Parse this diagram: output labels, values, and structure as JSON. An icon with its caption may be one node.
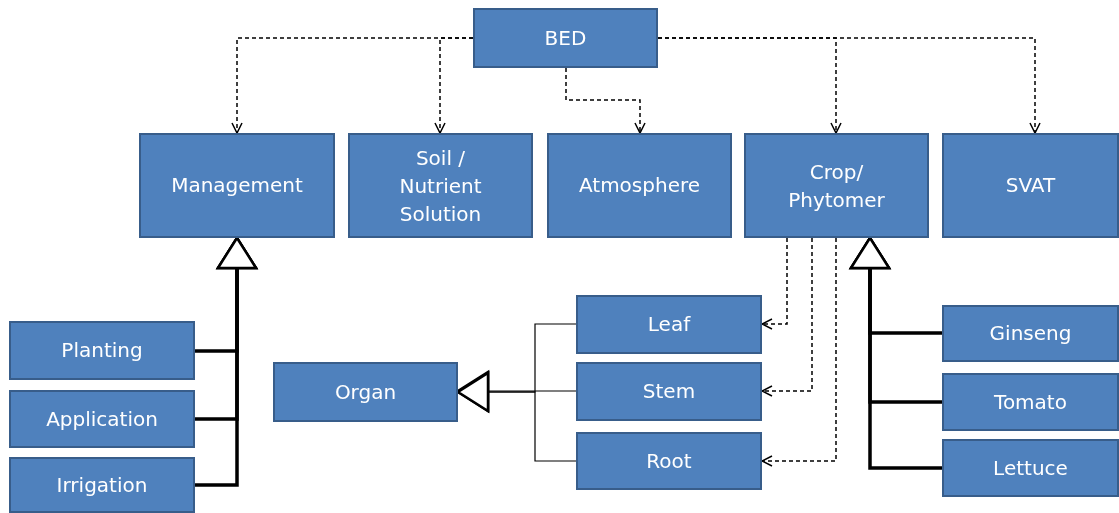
{
  "diagram": {
    "nodes": [
      {
        "text": [
          "BED"
        ]
      },
      {
        "text": [
          "Management"
        ]
      },
      {
        "text": [
          "Soil / Nutrient Solution"
        ]
      },
      {
        "text": [
          "Atmosphere"
        ]
      },
      {
        "text": [
          "Crop/ Phytomer"
        ]
      },
      {
        "text": [
          "SVAT"
        ]
      },
      {
        "text": [
          "Planting"
        ]
      },
      {
        "text": [
          "Application"
        ]
      },
      {
        "text": [
          "Irrigation"
        ]
      },
      {
        "text": [
          "Organ"
        ]
      },
      {
        "text": [
          "Leaf"
        ]
      },
      {
        "text": [
          "Stem"
        ]
      },
      {
        "text": [
          "Root"
        ]
      },
      {
        "text": [
          "Ginseng"
        ]
      },
      {
        "text": [
          "Tomato"
        ]
      },
      {
        "text": [
          "Lettuce"
        ]
      }
    ],
    "edges": [
      {
        "from": 0,
        "to": 1,
        "arrow": "to",
        "style": "dashed"
      },
      {
        "from": 0,
        "to": 2,
        "arrow": "to",
        "style": "dashed"
      },
      {
        "from": 0,
        "to": 3,
        "arrow": "to",
        "style": "dashed"
      },
      {
        "from": 0,
        "to": 4,
        "arrow": "to",
        "style": "dashed"
      },
      {
        "from": 0,
        "to": 5,
        "arrow": "to",
        "style": "dashed"
      },
      {
        "from": 6,
        "to": 1,
        "arrow": "to",
        "style": "thick"
      },
      {
        "from": 7,
        "to": 1,
        "arrow": "to",
        "style": "thick"
      },
      {
        "from": 8,
        "to": 1,
        "arrow": "to",
        "style": "thick"
      },
      {
        "from": 4,
        "to": 10,
        "arrow": "to",
        "style": "dashed"
      },
      {
        "from": 4,
        "to": 11,
        "arrow": "to",
        "style": "dashed"
      },
      {
        "from": 4,
        "to": 12,
        "arrow": "to",
        "style": "dashed"
      },
      {
        "from": 10,
        "to": 9,
        "arrow": "to"
      },
      {
        "from": 11,
        "to": 9,
        "arrow": "to"
      },
      {
        "from": 12,
        "to": 9,
        "arrow": "to"
      },
      {
        "from": 13,
        "to": 4,
        "arrow": "to",
        "style": "thick"
      },
      {
        "from": 14,
        "to": 4,
        "arrow": "to",
        "style": "thick"
      },
      {
        "from": 15,
        "to": 4,
        "arrow": "to",
        "style": "thick"
      }
    ]
  }
}
